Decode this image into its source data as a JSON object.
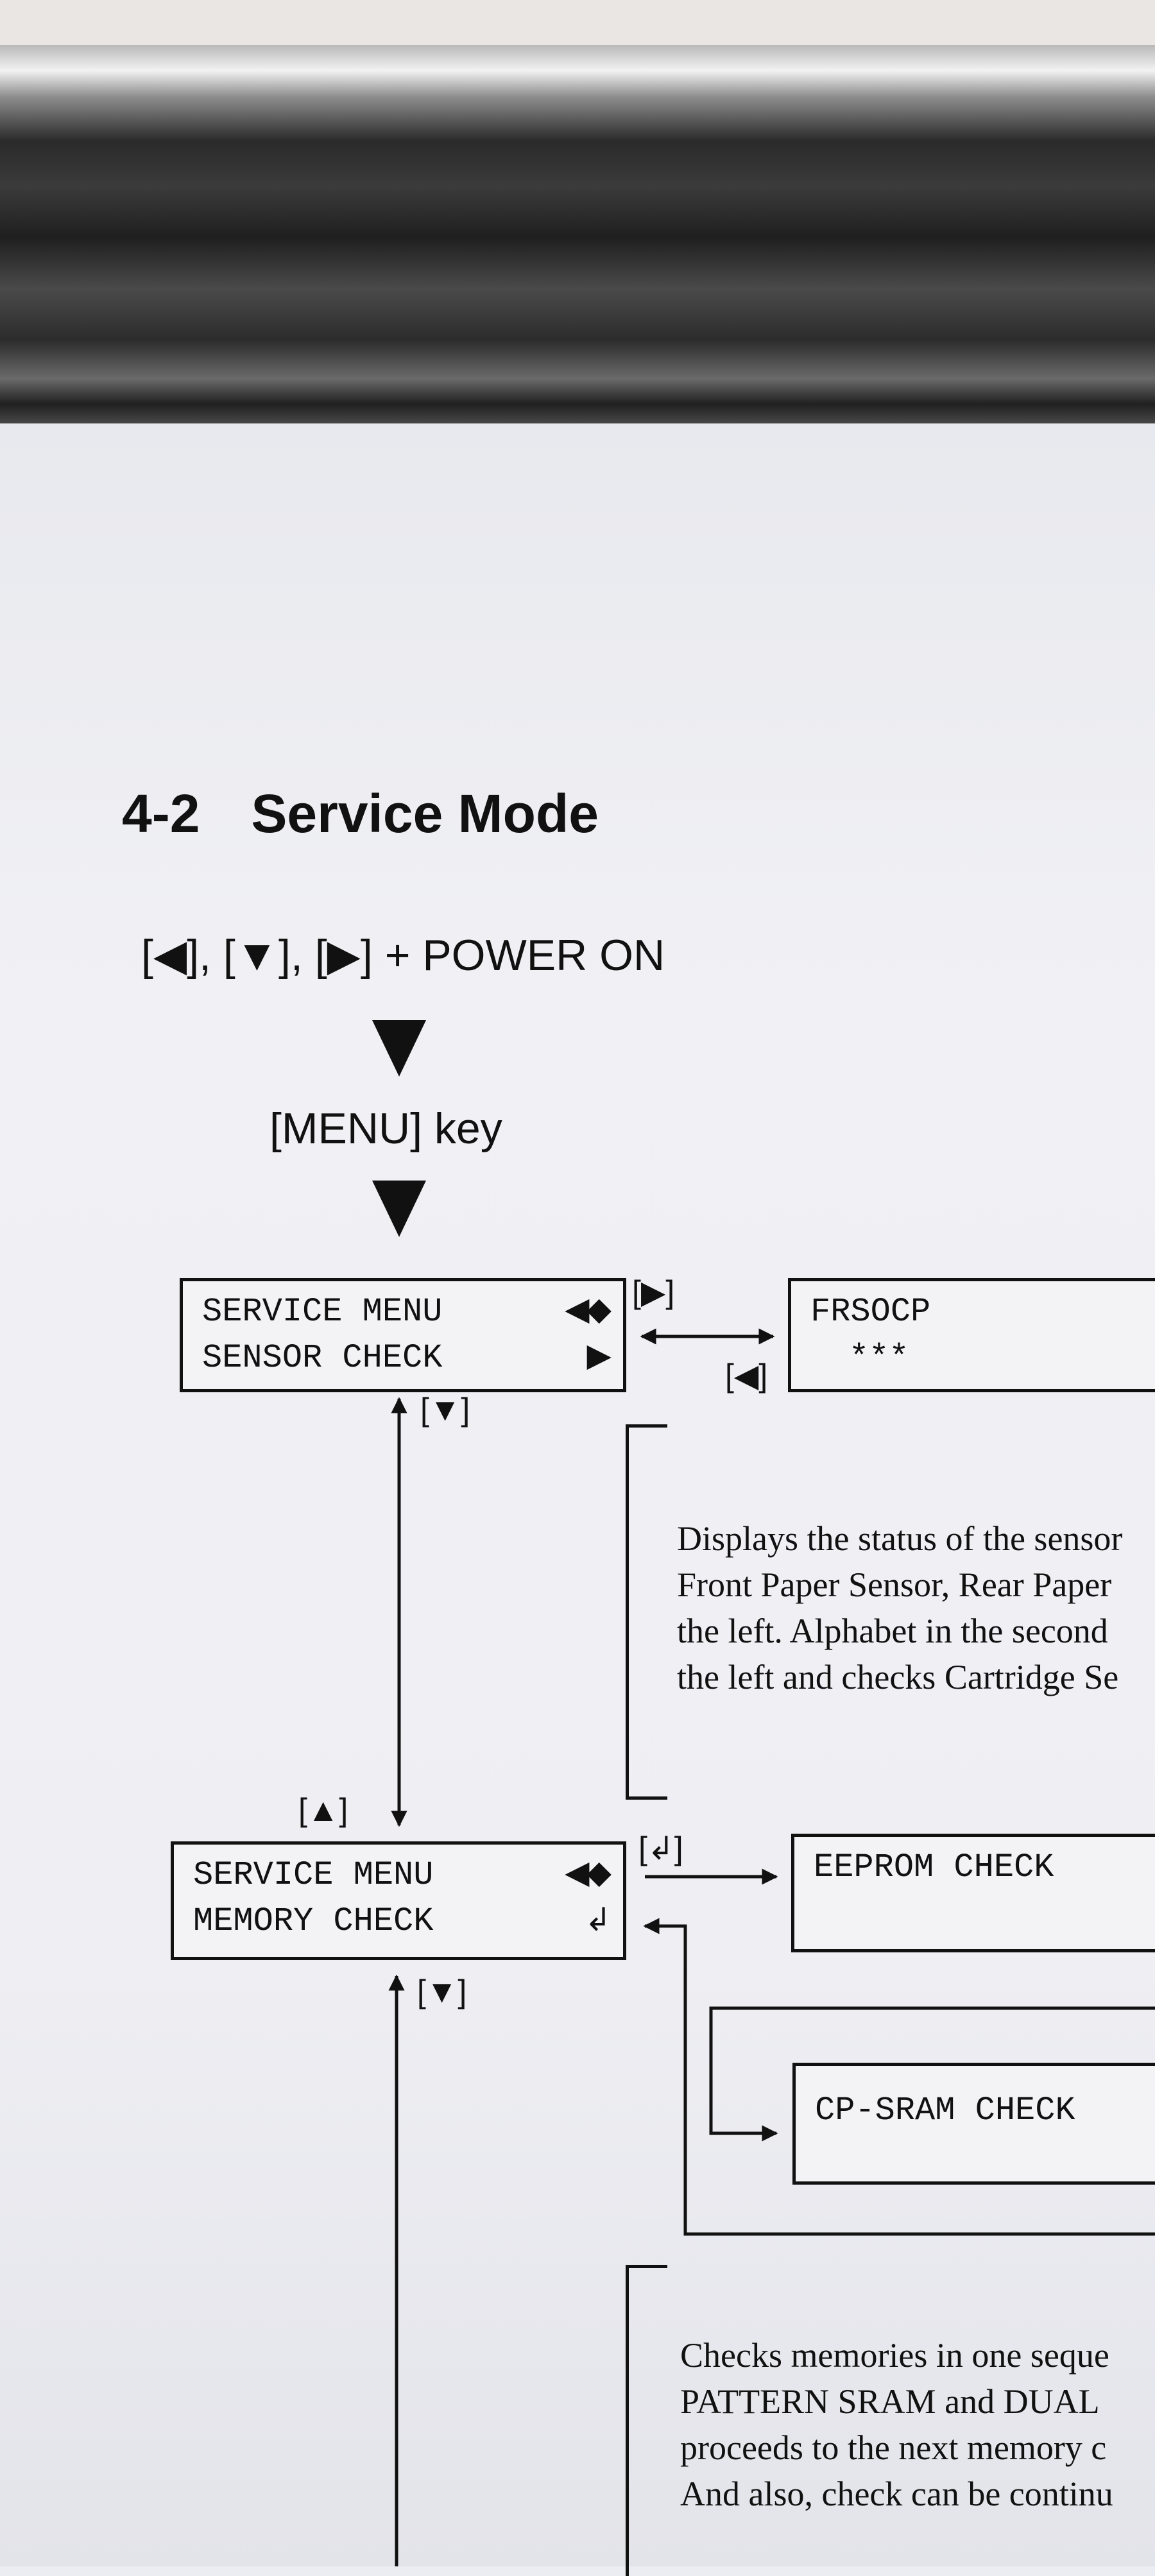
{
  "heading": {
    "number": "4-2",
    "title": "Service Mode"
  },
  "keys_line": "[◀], [▼], [▶] + POWER ON",
  "menu_key_line": "[MENU] key",
  "sensor_menu": {
    "line1": "SERVICE MENU",
    "line2": "SENSOR CHECK",
    "sym1": "◀◆",
    "sym2": "▶"
  },
  "sensor_result": {
    "line1": "FRSOCP",
    "line2": "***"
  },
  "memory_menu": {
    "line1": "SERVICE MENU",
    "line2": "MEMORY CHECK",
    "sym1": "◀◆",
    "sym2": "↲"
  },
  "eeprom_box": {
    "line1": "EEPROM CHECK"
  },
  "cpsram_box": {
    "line1": "CP-SRAM CHECK"
  },
  "key_labels": {
    "right": "[▶]",
    "left": "[◀]",
    "down1": "[▼]",
    "up": "[▲]",
    "down2": "[▼]",
    "enter": "[↲]"
  },
  "sensor_description": [
    "Displays the status of the sensor",
    "Front Paper Sensor, Rear Paper",
    "the left.  Alphabet in the second",
    "the left and checks Cartridge Se"
  ],
  "memory_description": [
    "Checks memories in one seque",
    "PATTERN SRAM and DUAL",
    "proceeds to the next memory c",
    "And also, check can be continu"
  ]
}
